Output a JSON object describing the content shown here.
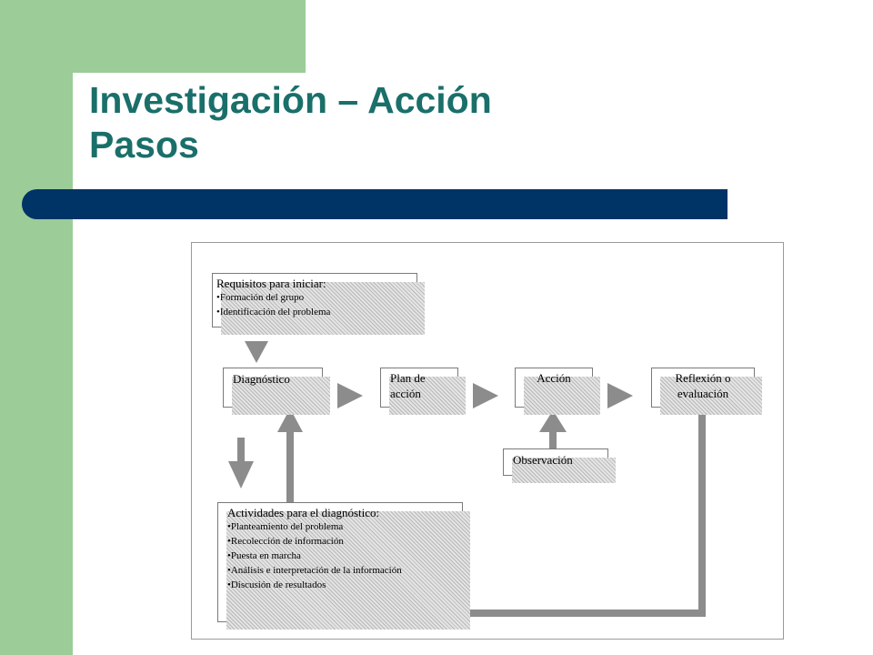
{
  "slide": {
    "title_line1": "Investigación – Acción",
    "title_line2": "Pasos"
  },
  "diagram": {
    "requisitos": {
      "heading": "Requisitos para iniciar:",
      "items": [
        "Formación del grupo",
        "Identificación del problema"
      ]
    },
    "nodes": {
      "diagnostico": "Diagnóstico",
      "plan_line1": "Plan de",
      "plan_line2": "acción",
      "accion": "Acción",
      "reflexion_line1": "Reflexión o",
      "reflexion_line2": "evaluación",
      "observacion": "Observación"
    },
    "actividades": {
      "heading": "Actividades para el diagnóstico:",
      "items": [
        "Planteamiento del problema",
        "Recolección de información",
        "Puesta en marcha",
        "Análisis e interpretación de la información",
        "Discusión de resultados"
      ]
    },
    "colors": {
      "arrow": "#8c8c8c",
      "box_border": "#7a7a7a"
    }
  }
}
